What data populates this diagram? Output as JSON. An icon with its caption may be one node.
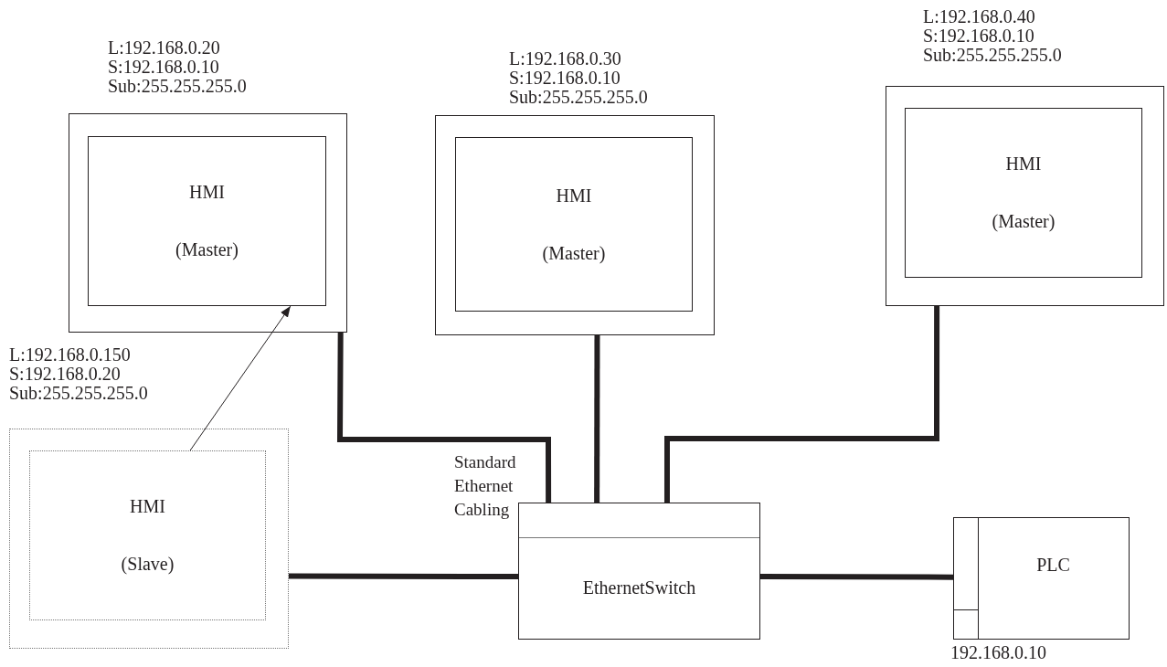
{
  "diagram": {
    "nodes": [
      {
        "text": [],
        "shape": "box",
        "beside": [
          "L:192.168.0.20",
          "S:192.168.0.10",
          "Sub:255.255.255.0"
        ]
      },
      {
        "text": [
          "HMI",
          "(Master)"
        ],
        "in": 0
      },
      {
        "text": [],
        "shape": "box",
        "beside": [
          "L:192.168.0.30",
          "S:192.168.0.10",
          "Sub:255.255.255.0"
        ]
      },
      {
        "text": [
          "HMI",
          "(Master)"
        ],
        "in": 2
      },
      {
        "text": [],
        "shape": "box",
        "beside": [
          "L:192.168.0.40",
          "S:192.168.0.10",
          "Sub:255.255.255.0"
        ]
      },
      {
        "text": [
          "HMI",
          "(Master)"
        ],
        "in": 4
      },
      {
        "text": [],
        "shape": "box",
        "beside": [
          "L:192.168.0.150",
          "S:192.168.0.20",
          "Sub:255.255.255.0"
        ]
      },
      {
        "text": [
          "HMI",
          "(Slave)"
        ],
        "in": 6
      },
      {
        "text": [
          "EthernetSwitch"
        ]
      },
      {
        "text": [
          "PLC"
        ],
        "beside": [
          "192.168.0.10"
        ]
      }
    ],
    "edges": [
      {
        "from": 0,
        "to": 8,
        "arrow": "none"
      },
      {
        "from": 2,
        "to": 8,
        "arrow": "none"
      },
      {
        "from": 4,
        "to": 8,
        "arrow": "none"
      },
      {
        "from": 6,
        "to": 8,
        "arrow": "none"
      },
      {
        "from": 8,
        "to": 9,
        "arrow": "none"
      },
      {
        "from": 7,
        "to": 1,
        "arrow": "to"
      }
    ],
    "labels": [
      "Standard Ethernet Cabling"
    ]
  }
}
